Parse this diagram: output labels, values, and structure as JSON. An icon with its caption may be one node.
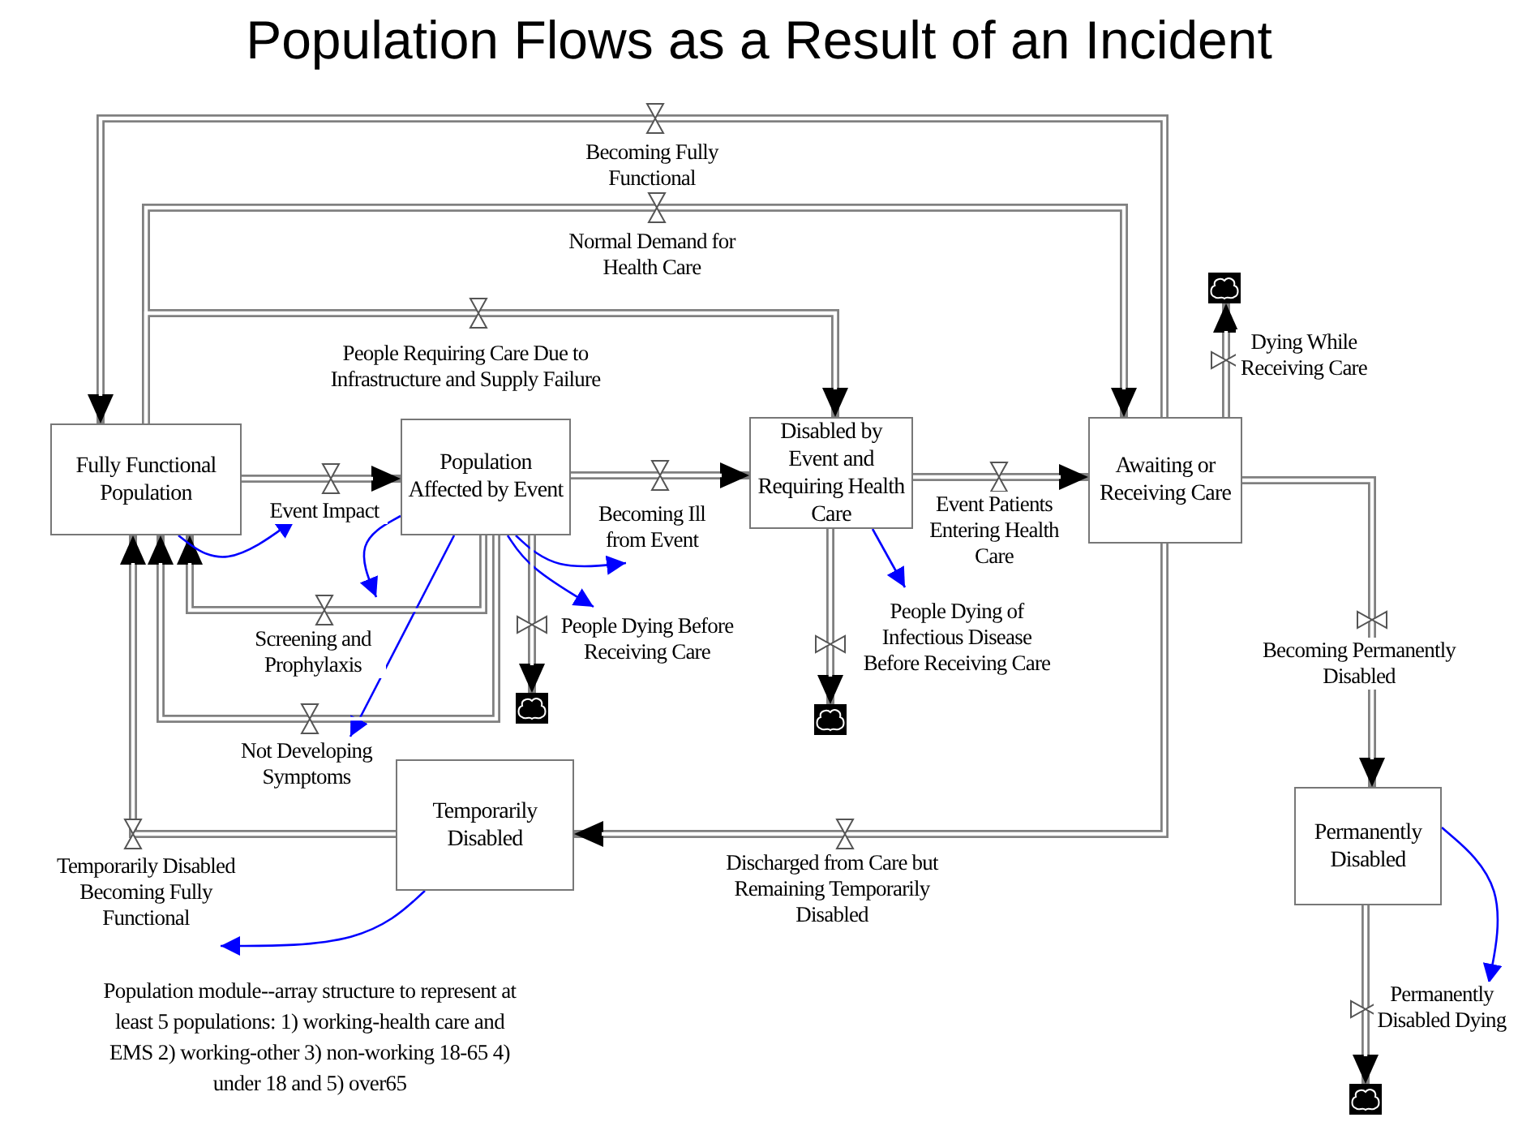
{
  "diagram": {
    "title": "Population Flows as a Result of an Incident",
    "nodes": [
      {
        "text": [],
        "shape": "cloud"
      },
      {
        "text": [
          "Fully Functional Population"
        ]
      },
      {
        "text": [
          "Population Affected by Event"
        ]
      },
      {
        "text": [
          "Disabled by Event and Requiring Health Care"
        ]
      },
      {
        "text": [
          "Awaiting or Receiving Care"
        ]
      },
      {
        "text": [],
        "shape": "cloud"
      },
      {
        "text": [],
        "shape": "cloud"
      },
      {
        "text": [
          "Temporarily Disabled"
        ]
      },
      {
        "text": [
          "Permanently Disabled"
        ]
      },
      {
        "text": [],
        "shape": "cloud"
      }
    ],
    "edges": [
      {
        "from": 4,
        "to": 1,
        "arrow": "to",
        "label": "Becoming Fully Functional"
      },
      {
        "from": 1,
        "to": 4,
        "arrow": "to",
        "label": "Normal Demand for Health Care"
      },
      {
        "from": 1,
        "to": 3,
        "arrow": "to",
        "label": "People Requiring Care Due to Infrastructure and Supply Failure"
      },
      {
        "from": 4,
        "to": 0,
        "arrow": "to",
        "label": "Dying While Receiving Care"
      },
      {
        "from": 1,
        "to": 2,
        "arrow": "to",
        "label": "Event Impact"
      },
      {
        "from": 2,
        "to": 3,
        "arrow": "to",
        "label": "Becoming Ill from Event"
      },
      {
        "from": 3,
        "to": 4,
        "arrow": "to",
        "label": "Event Patients Entering Health Care"
      },
      {
        "from": 2,
        "to": 1,
        "arrow": "to",
        "label": "Screening and Prophylaxis"
      },
      {
        "from": 2,
        "to": 5,
        "arrow": "to",
        "label": "People Dying Before Receiving Care"
      },
      {
        "from": 3,
        "to": 6,
        "arrow": "to",
        "label": "People Dying of Infectious Disease Before Receiving Care"
      },
      {
        "from": 4,
        "to": 8,
        "arrow": "to",
        "label": "Becoming Permanently Disabled"
      },
      {
        "from": 2,
        "to": 1,
        "arrow": "to",
        "label": "Not Developing Symptoms"
      },
      {
        "from": 7,
        "to": 1,
        "arrow": "to",
        "label": "Temporarily Disabled Becoming Fully Functional"
      },
      {
        "from": 4,
        "to": 7,
        "arrow": "to",
        "label": "Discharged from Care but Remaining Temporarily Disabled"
      },
      {
        "from": 8,
        "to": 9,
        "arrow": "to",
        "label": "Permanently Disabled Dying"
      },
      {
        "from": 1,
        "to": null,
        "arrow": "to",
        "color": "#0000ff"
      },
      {
        "from": 2,
        "to": null,
        "arrow": "to",
        "color": "#0000ff"
      },
      {
        "from": 2,
        "to": null,
        "arrow": "to",
        "color": "#0000ff"
      },
      {
        "from": 2,
        "to": null,
        "arrow": "to",
        "color": "#0000ff"
      },
      {
        "from": 2,
        "to": null,
        "arrow": "to",
        "color": "#0000ff"
      },
      {
        "from": 3,
        "to": null,
        "arrow": "to",
        "color": "#0000ff"
      },
      {
        "from": 7,
        "to": null,
        "arrow": "to",
        "color": "#0000ff"
      },
      {
        "from": 8,
        "to": null,
        "arrow": "to",
        "color": "#0000ff"
      }
    ],
    "labels": [
      "Population module--array structure to represent at least 5 populations: 1) working-health care and EMS 2) working-other 3) non-working 18-65 4) under 18 and 5) over65"
    ]
  }
}
